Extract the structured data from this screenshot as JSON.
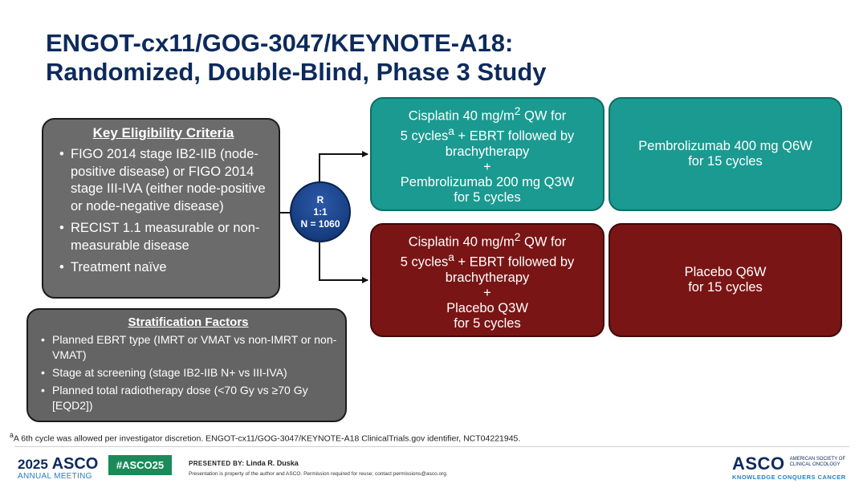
{
  "title": {
    "line1": "ENGOT-cx11/GOG-3047/KEYNOTE-A18:",
    "line2": "Randomized, Double-Blind, Phase 3 Study"
  },
  "eligibility": {
    "heading": "Key Eligibility Criteria",
    "items": [
      "FIGO 2014 stage IB2-IIB (node-positive disease) or FIGO 2014 stage III-IVA (either node-positive or node-negative disease)",
      "RECIST 1.1 measurable or non-measurable disease",
      "Treatment naïve"
    ]
  },
  "stratification": {
    "heading": "Stratification Factors",
    "items": [
      "Planned EBRT type (IMRT or VMAT vs non-IMRT or non-VMAT)",
      "Stage at screening (stage IB2-IIB N+ vs III-IVA)",
      "Planned total radiotherapy dose (<70 Gy vs ≥70 Gy [EQD2])"
    ]
  },
  "randomization": {
    "line1": "R",
    "line2": "1:1",
    "line3": "N = 1060"
  },
  "arms": {
    "pembro_induction": {
      "line1_pre": "Cisplatin 40 mg/m",
      "line1_sup": "2",
      "line1_post": " QW for",
      "line2_pre": "5 cycles",
      "line2_sup": "a",
      "line2_post": " + EBRT followed by",
      "line3": "brachytherapy",
      "plus": "+",
      "line4": "Pembrolizumab 200 mg Q3W",
      "line5": "for 5 cycles"
    },
    "pembro_maintenance": {
      "line1": "Pembrolizumab 400 mg Q6W",
      "line2": "for 15 cycles"
    },
    "placebo_induction": {
      "line1_pre": "Cisplatin 40 mg/m",
      "line1_sup": "2",
      "line1_post": " QW for",
      "line2_pre": "5 cycles",
      "line2_sup": "a",
      "line2_post": " + EBRT followed by",
      "line3": "brachytherapy",
      "plus": "+",
      "line4": "Placebo Q3W",
      "line5": "for 5 cycles"
    },
    "placebo_maintenance": {
      "line1": "Placebo Q6W",
      "line2": "for 15 cycles"
    }
  },
  "footnote": {
    "sup": "a",
    "text": "A 6th cycle was allowed per investigator discretion. ENGOT-cx11/GOG-3047/KEYNOTE-A18 ClinicalTrials.gov identifier, NCT04221945."
  },
  "footer": {
    "year": "2025",
    "asco": "ASCO",
    "meeting": "ANNUAL MEETING",
    "hashtag": "#ASCO25",
    "presented_label": "PRESENTED BY:",
    "presenter": "Linda R. Duska",
    "notice": "Presentation is property of the author and ASCO. Permission required for reuse; contact permissions@asco.org.",
    "logo": "ASCO",
    "logo_line1": "American Society of",
    "logo_line2": "Clinical Oncology",
    "tagline": "KNOWLEDGE CONQUERS CANCER"
  },
  "colors": {
    "title": "#0d2a5c",
    "teal": "#1a9a90",
    "maroon": "#7a1515",
    "gray": "#6b6b6b",
    "rand_circle": "#163d80",
    "hashtag_bg": "#1a8a5a"
  }
}
